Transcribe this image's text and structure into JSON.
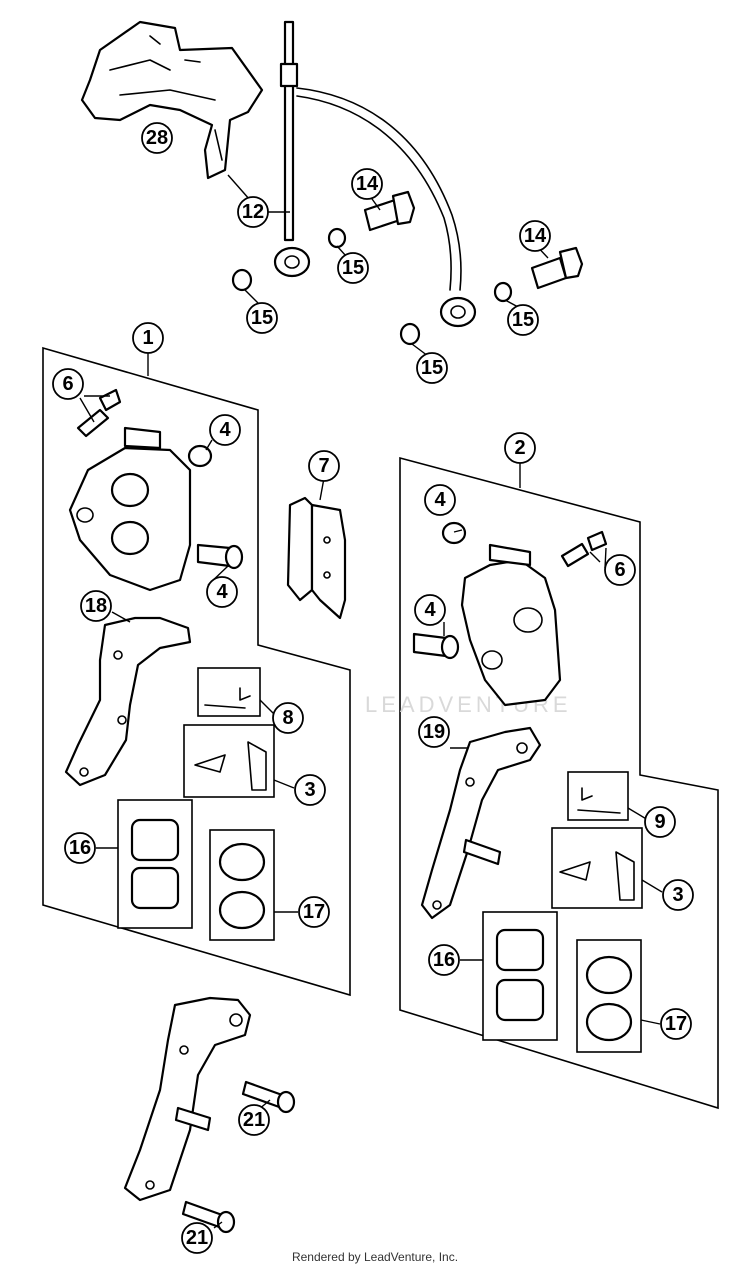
{
  "callouts": [
    {
      "id": "c28",
      "label": "28"
    },
    {
      "id": "c12",
      "label": "12"
    },
    {
      "id": "c14a",
      "label": "14"
    },
    {
      "id": "c15a",
      "label": "15"
    },
    {
      "id": "c15b",
      "label": "15"
    },
    {
      "id": "c14b",
      "label": "14"
    },
    {
      "id": "c15c",
      "label": "15"
    },
    {
      "id": "c15d",
      "label": "15"
    },
    {
      "id": "c1",
      "label": "1"
    },
    {
      "id": "c6a",
      "label": "6"
    },
    {
      "id": "c4a",
      "label": "4"
    },
    {
      "id": "c4b",
      "label": "4"
    },
    {
      "id": "c7",
      "label": "7"
    },
    {
      "id": "c18",
      "label": "18"
    },
    {
      "id": "c8",
      "label": "8"
    },
    {
      "id": "c3a",
      "label": "3"
    },
    {
      "id": "c16a",
      "label": "16"
    },
    {
      "id": "c17a",
      "label": "17"
    },
    {
      "id": "c2",
      "label": "2"
    },
    {
      "id": "c4c",
      "label": "4"
    },
    {
      "id": "c6b",
      "label": "6"
    },
    {
      "id": "c4d",
      "label": "4"
    },
    {
      "id": "c19",
      "label": "19"
    },
    {
      "id": "c9",
      "label": "9"
    },
    {
      "id": "c3b",
      "label": "3"
    },
    {
      "id": "c16b",
      "label": "16"
    },
    {
      "id": "c17b",
      "label": "17"
    },
    {
      "id": "c21a",
      "label": "21"
    },
    {
      "id": "c21b",
      "label": "21"
    }
  ],
  "watermark": "LEADVENTURE",
  "footer": "Rendered by LeadVenture, Inc."
}
